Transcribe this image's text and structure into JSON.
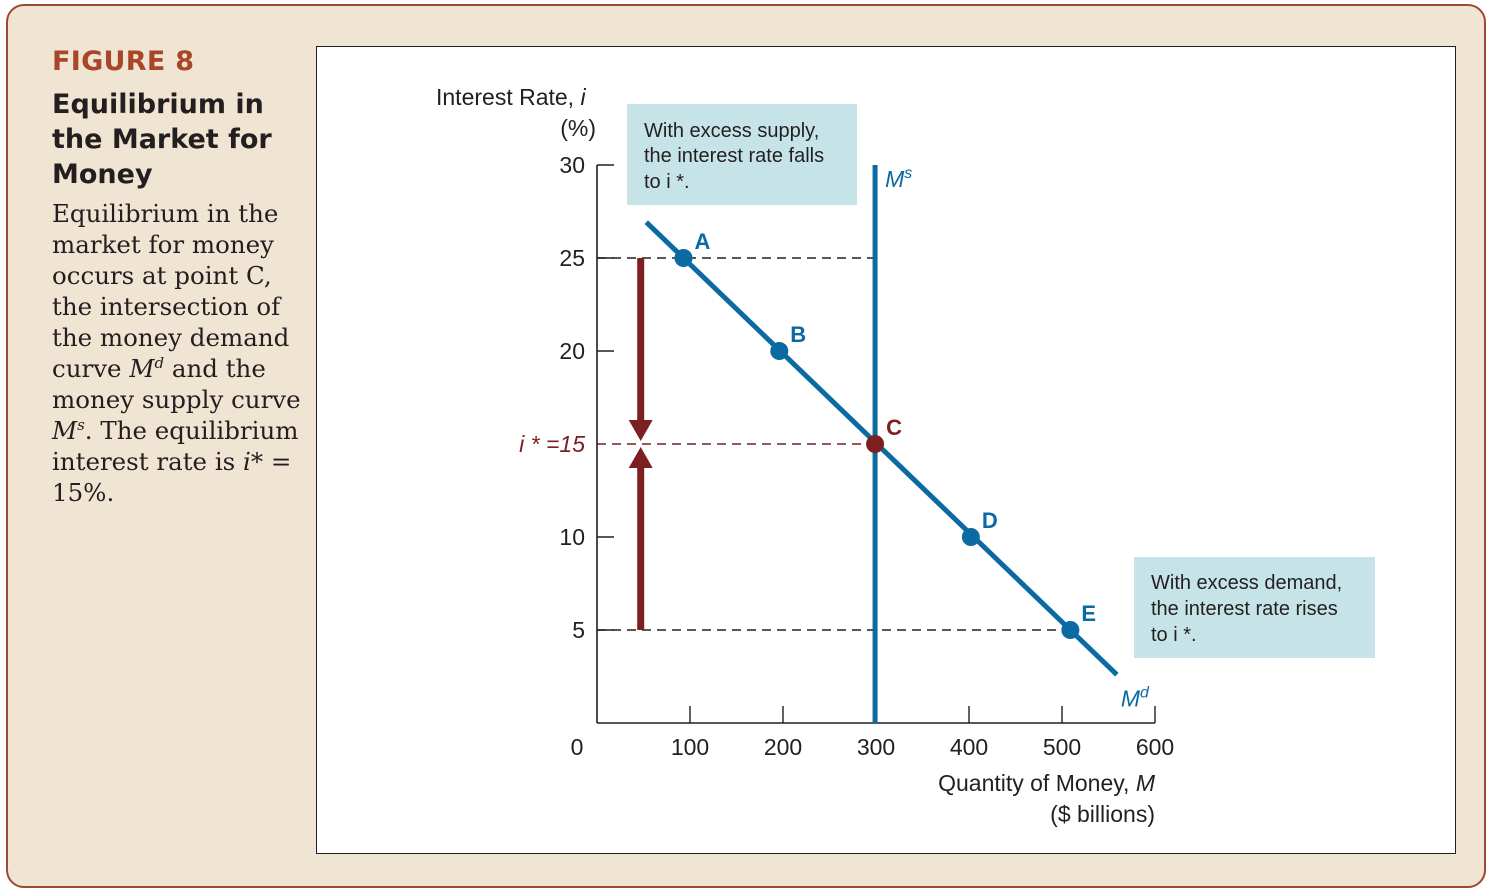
{
  "caption": {
    "figure_label": "FIGURE 8",
    "title": "Equilibrium in the Market for Money",
    "desc_1": "Equilibrium in the market for money occurs at point C, the intersection of the money demand curve ",
    "desc_md_base": "M",
    "desc_md_sup": "d",
    "desc_2": " and the money supply curve ",
    "desc_ms_base": "M",
    "desc_ms_sup": "s",
    "desc_3": ". The equilibrium interest rate is ",
    "desc_istar": "i*",
    "desc_4": " = 15%."
  },
  "annotations": {
    "excess_supply": [
      "With excess supply,",
      "the interest rate falls",
      "to i *."
    ],
    "excess_demand": [
      "With excess demand,",
      "the interest rate rises",
      "to i *."
    ]
  },
  "colors": {
    "curve": "#0b6aa2",
    "equilibrium": "#7b1f20",
    "arrow": "#7b1f20",
    "callout_bg": "#c6e4e7",
    "frame_bg": "#f0e4d2",
    "frame_border": "#9b4a33",
    "figure_label": "#a8462a"
  },
  "chart_data": {
    "type": "line",
    "ylabel_1": "Interest Rate, ",
    "ylabel_var": "i",
    "ylabel_2": "(%)",
    "xlabel_1": "Quantity of Money, ",
    "xlabel_var": "M",
    "xlabel_2": "($ billions)",
    "xlim": [
      0,
      600
    ],
    "ylim": [
      0,
      30
    ],
    "x_ticks": [
      100,
      200,
      300,
      400,
      500,
      600
    ],
    "y_ticks": [
      5,
      10,
      20,
      25,
      30
    ],
    "origin_label": "0",
    "istar_label": "i * =15",
    "series": [
      {
        "name": "Md",
        "label_base": "M",
        "label_sup": "d",
        "points": [
          {
            "label": "A",
            "x": 93,
            "y": 25
          },
          {
            "label": "B",
            "x": 196,
            "y": 20
          },
          {
            "label": "C",
            "x": 299,
            "y": 15
          },
          {
            "label": "D",
            "x": 402,
            "y": 10
          },
          {
            "label": "E",
            "x": 509,
            "y": 5
          }
        ]
      },
      {
        "name": "Ms",
        "label_base": "M",
        "label_sup": "s",
        "x": 299
      }
    ],
    "equilibrium": {
      "label": "C",
      "x": 299,
      "y": 15
    },
    "reference_levels": [
      25,
      15,
      5
    ],
    "arrow_x": 47
  }
}
